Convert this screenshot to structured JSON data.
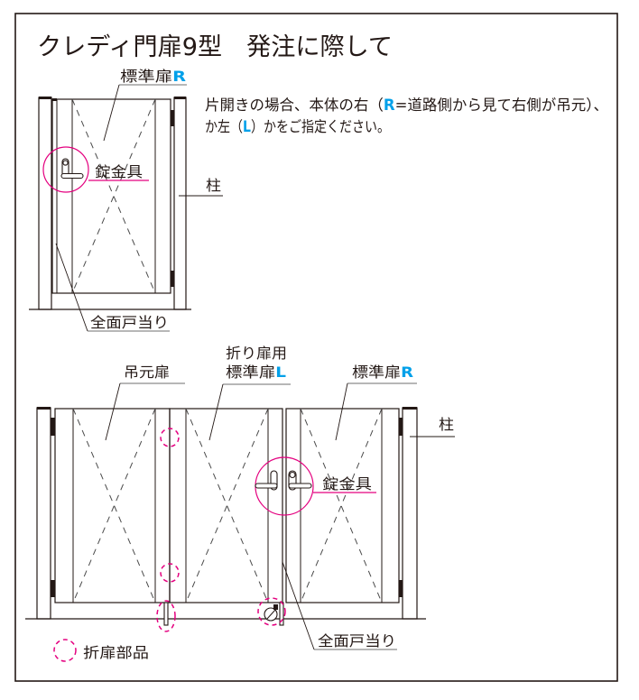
{
  "title": "クレディ門扉9型　発注に際して",
  "colors": {
    "text": "#231815",
    "accent_blue": "#00a0e9",
    "magenta": "#e4007f",
    "leader_gray": "#8c8c8c"
  },
  "instructions": {
    "line1_pre": "片開きの場合、本体の右（",
    "line1_r": "R",
    "line1_post": "=道路側から見て右側が吊元）、",
    "line2_pre": "か左（",
    "line2_l": "L",
    "line2_post": "）かをご指定ください。"
  },
  "single_gate": {
    "door_label": "標準扉",
    "door_side": "R",
    "lock_label": "錠金具",
    "post_label": "柱",
    "door_stop_label": "全面戸当り"
  },
  "double_gate": {
    "hinged_door_label": "吊元扉",
    "folding_door_label_line1": "折り扉用",
    "folding_door_label_line2": "標準扉",
    "folding_door_side": "L",
    "standard_door_label": "標準扉",
    "standard_door_side": "R",
    "lock_label": "錠金具",
    "post_label": "柱",
    "door_stop_label": "全面戸当り"
  },
  "legend": {
    "icon": "dashed-magenta-circle",
    "folding_parts_label": "折扉部品"
  }
}
